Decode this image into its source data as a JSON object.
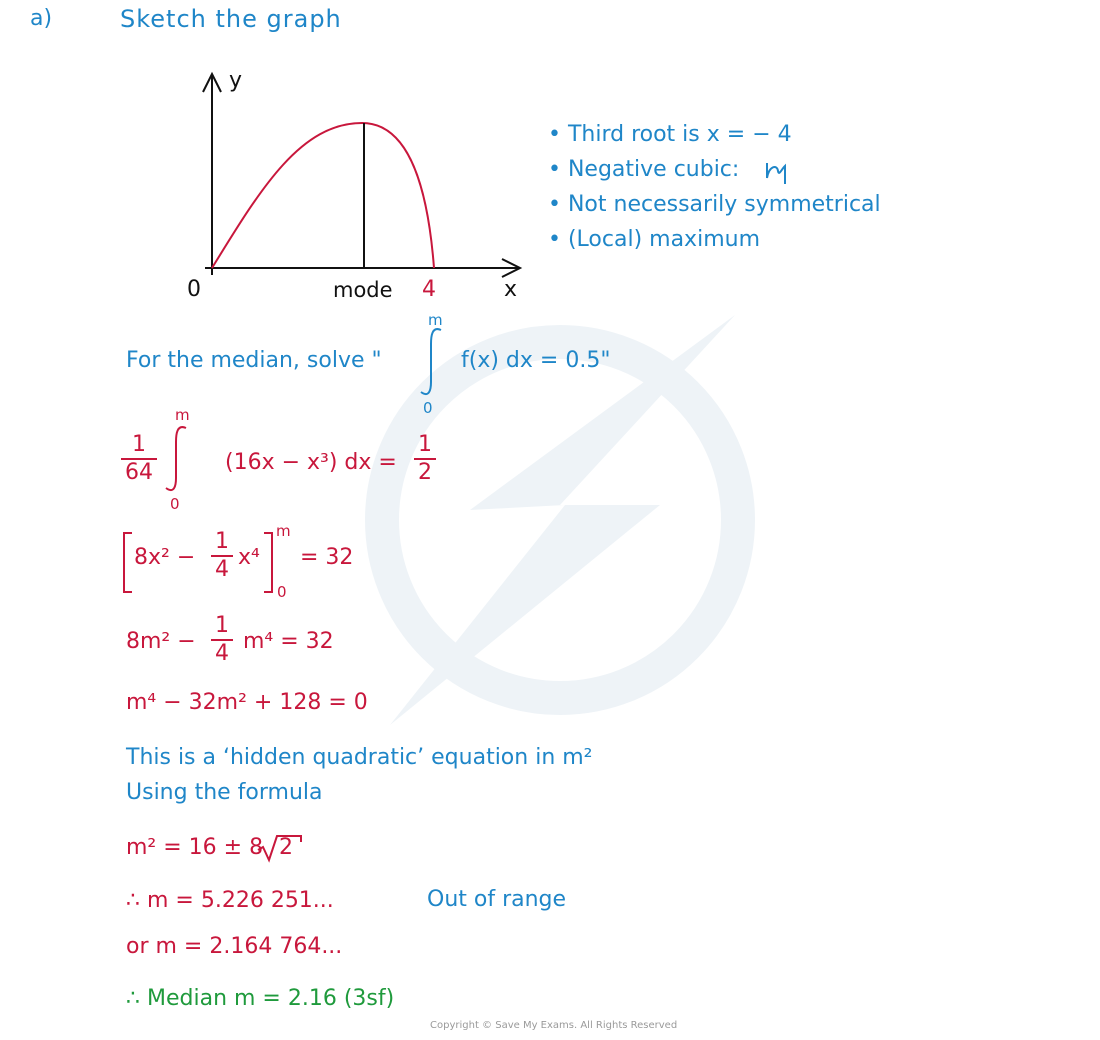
{
  "part_label": "a)",
  "heading": "Sketch the graph",
  "graph": {
    "y_axis_label": "y",
    "x_axis_label": "x",
    "origin_label": "0",
    "mode_label": "mode",
    "root_label": "4",
    "colors": {
      "axes": "#111111",
      "curve": "#c8173c"
    }
  },
  "notes": [
    "• Third root is x = − 4",
    "• Negative cubic:",
    "• Not necessarily symmetrical",
    "• (Local) maximum"
  ],
  "median_intro": {
    "prefix": "For the median, solve \"",
    "upper": "m",
    "lower": "0",
    "suffix": "f(x)  dx = 0.5\""
  },
  "step1": {
    "coef_num": "1",
    "coef_den": "64",
    "upper": "m",
    "lower": "0",
    "integrand": "(16x − x³) dx =",
    "rhs_num": "1",
    "rhs_den": "2"
  },
  "step2": {
    "term1": "8x²  −",
    "frac_num": "1",
    "frac_den": "4",
    "term2": "x⁴",
    "upper": "m",
    "lower": "0",
    "rhs": "= 32"
  },
  "step3": {
    "term1": "8m²  −",
    "frac_num": "1",
    "frac_den": "4",
    "term2": "m⁴  = 32"
  },
  "step4": "m⁴ − 32m²  + 128 = 0",
  "hidden_quadratic_line1": "This is a ‘hidden quadratic’ equation in m²",
  "hidden_quadratic_line2": "Using the formula",
  "formula": {
    "lhs": "m² = 16 ± 8",
    "radicand": "2"
  },
  "result1": "∴ m = 5.226 251...",
  "out_of_range": "Out of range",
  "result2": "or  m = 2.164 764...",
  "final_answer": "∴ Median  m = 2.16  (3sf)",
  "copyright": "Copyright © Save My Exams. All Rights Reserved",
  "colors": {
    "blue": "#1f86c8",
    "red": "#c8173c",
    "green": "#1f9a3c",
    "watermark": "#eef3f7"
  }
}
